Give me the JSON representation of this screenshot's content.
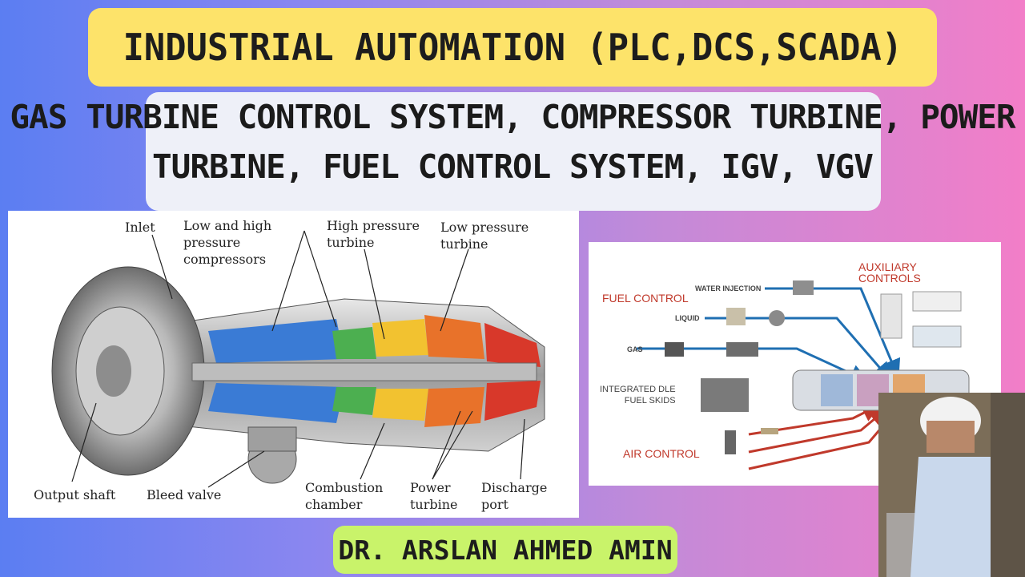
{
  "header": {
    "title": "INDUSTRIAL AUTOMATION (PLC,DCS,SCADA)",
    "subtitle_line1": "GAS TURBINE CONTROL SYSTEM, COMPRESSOR TURBINE, POWER",
    "subtitle_line2": "TURBINE, FUEL CONTROL SYSTEM, IGV, VGV"
  },
  "turbine_diagram": {
    "labels": {
      "inlet": "Inlet",
      "compressors": "Low and high\npressure\ncompressors",
      "hp_turbine": "High pressure\nturbine",
      "lp_turbine": "Low pressure\nturbine",
      "output_shaft": "Output shaft",
      "bleed_valve": "Bleed valve",
      "combustion": "Combustion\nchamber",
      "power_turbine": "Power\nturbine",
      "discharge": "Discharge\nport"
    }
  },
  "control_diagram": {
    "labels": {
      "auxiliary": "AUXILIARY\nCONTROLS",
      "water_injection": "WATER INJECTION",
      "fuel_control": "FUEL CONTROL",
      "liquid": "LIQUID",
      "gas": "GAS",
      "dle": "INTEGRATED DLE\nFUEL SKIDS",
      "air_control": "AIR CONTROL"
    },
    "colors": {
      "arrow_blue": "#1f6fb2",
      "arrow_red": "#c0392b"
    }
  },
  "footer": {
    "author": "DR. ARSLAN AHMED AMIN"
  }
}
